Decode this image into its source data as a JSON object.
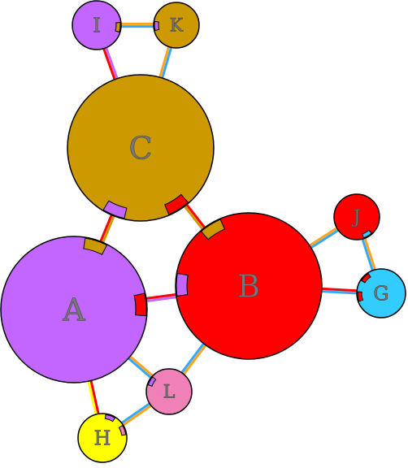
{
  "colors": {
    "purple": "#c266ff",
    "gold": "#cc9900",
    "red": "#ff0000",
    "cyan": "#33ccff",
    "pink": "#f080b8",
    "yellow": "#ffff00",
    "orange": "#ffa31a",
    "blue": "#33a8ff",
    "outline": "#000000",
    "label": "#777777"
  },
  "nodes": [
    {
      "id": "A",
      "label": "A",
      "color": "purple"
    },
    {
      "id": "B",
      "label": "B",
      "color": "red"
    },
    {
      "id": "C",
      "label": "C",
      "color": "gold"
    },
    {
      "id": "G",
      "label": "G",
      "color": "cyan"
    },
    {
      "id": "H",
      "label": "H",
      "color": "yellow"
    },
    {
      "id": "I",
      "label": "I",
      "color": "purple"
    },
    {
      "id": "J",
      "label": "J",
      "color": "red"
    },
    {
      "id": "K",
      "label": "K",
      "color": "gold"
    },
    {
      "id": "L",
      "label": "L",
      "color": "pink"
    }
  ],
  "edges": [
    {
      "from": "A",
      "to": "C",
      "colors": [
        "red",
        "gold"
      ]
    },
    {
      "from": "A",
      "to": "B",
      "colors": [
        "red",
        "purple"
      ]
    },
    {
      "from": "C",
      "to": "B",
      "colors": [
        "red",
        "gold"
      ]
    },
    {
      "from": "C",
      "to": "I",
      "colors": [
        "red",
        "purple"
      ]
    },
    {
      "from": "C",
      "to": "K",
      "colors": [
        "orange",
        "blue"
      ]
    },
    {
      "from": "I",
      "to": "K",
      "colors": [
        "orange",
        "blue"
      ]
    },
    {
      "from": "B",
      "to": "J",
      "colors": [
        "orange",
        "blue"
      ]
    },
    {
      "from": "B",
      "to": "G",
      "colors": [
        "red",
        "blue"
      ]
    },
    {
      "from": "J",
      "to": "G",
      "colors": [
        "orange",
        "blue"
      ]
    },
    {
      "from": "A",
      "to": "L",
      "colors": [
        "orange",
        "blue"
      ]
    },
    {
      "from": "A",
      "to": "H",
      "colors": [
        "red",
        "yellow"
      ]
    },
    {
      "from": "B",
      "to": "L",
      "colors": [
        "orange",
        "blue"
      ]
    },
    {
      "from": "L",
      "to": "H",
      "colors": [
        "orange",
        "blue"
      ]
    }
  ]
}
